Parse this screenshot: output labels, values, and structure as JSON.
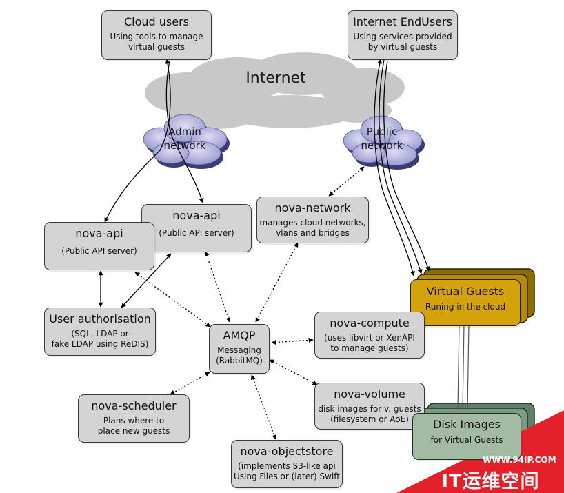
{
  "cloud_users": {
    "title": "Cloud users",
    "subtitle": "Using tools to manage\nvirtual guests"
  },
  "internet_endusers": {
    "title": "Internet EndUsers",
    "subtitle": "Using services provided\nby virtual guests"
  },
  "internet_label": "Internet",
  "admin_network_label": "Admin\nnetwork",
  "public_network_label": "Public\nnetwork",
  "nova_api_left": {
    "title": "nova-api",
    "subtitle": "(Public API server)"
  },
  "nova_api_right": {
    "title": "nova-api",
    "subtitle": "(Public API server)"
  },
  "nova_network": {
    "title": "nova-network",
    "subtitle": "manages cloud networks,\nvlans and bridges"
  },
  "virtual_guests": {
    "title": "Virtual Guests",
    "subtitle": "Runing in the cloud"
  },
  "user_authorisation": {
    "title": "User authorisation",
    "subtitle": "(SQL, LDAP or\nfake LDAP using ReDIS)"
  },
  "amqp": {
    "title": "AMQP",
    "subtitle": "Messaging\n(RabbitMQ)"
  },
  "nova_compute": {
    "title": "nova-compute",
    "subtitle": "(uses libvirt or XenAPI\nto manage guests)"
  },
  "nova_scheduler": {
    "title": "nova-scheduler",
    "subtitle": "Plans where to\nplace new guests"
  },
  "nova_volume": {
    "title": "nova-volume",
    "subtitle": "disk images for  v. guests\n(filesystem or AoE)"
  },
  "disk_images": {
    "title": "Disk Images",
    "subtitle": "for Virtual Guests"
  },
  "nova_objectstore": {
    "title": "nova-objectstore",
    "subtitle": "(implements S3-like api\nUsing Files or (later) Swift"
  },
  "watermark": {
    "url": "WWW.94IP.COM",
    "brand": "IT运维空间"
  },
  "colors": {
    "box_fill": "#d4d4d4",
    "box_border": "#3a3a3a",
    "internet_cloud": "#c8c8c8",
    "network_cloud": "#aaaad6",
    "virtual_guests": "#d4a20a",
    "disk_images": "#a3bba3",
    "watermark_red": "#e4212a"
  }
}
